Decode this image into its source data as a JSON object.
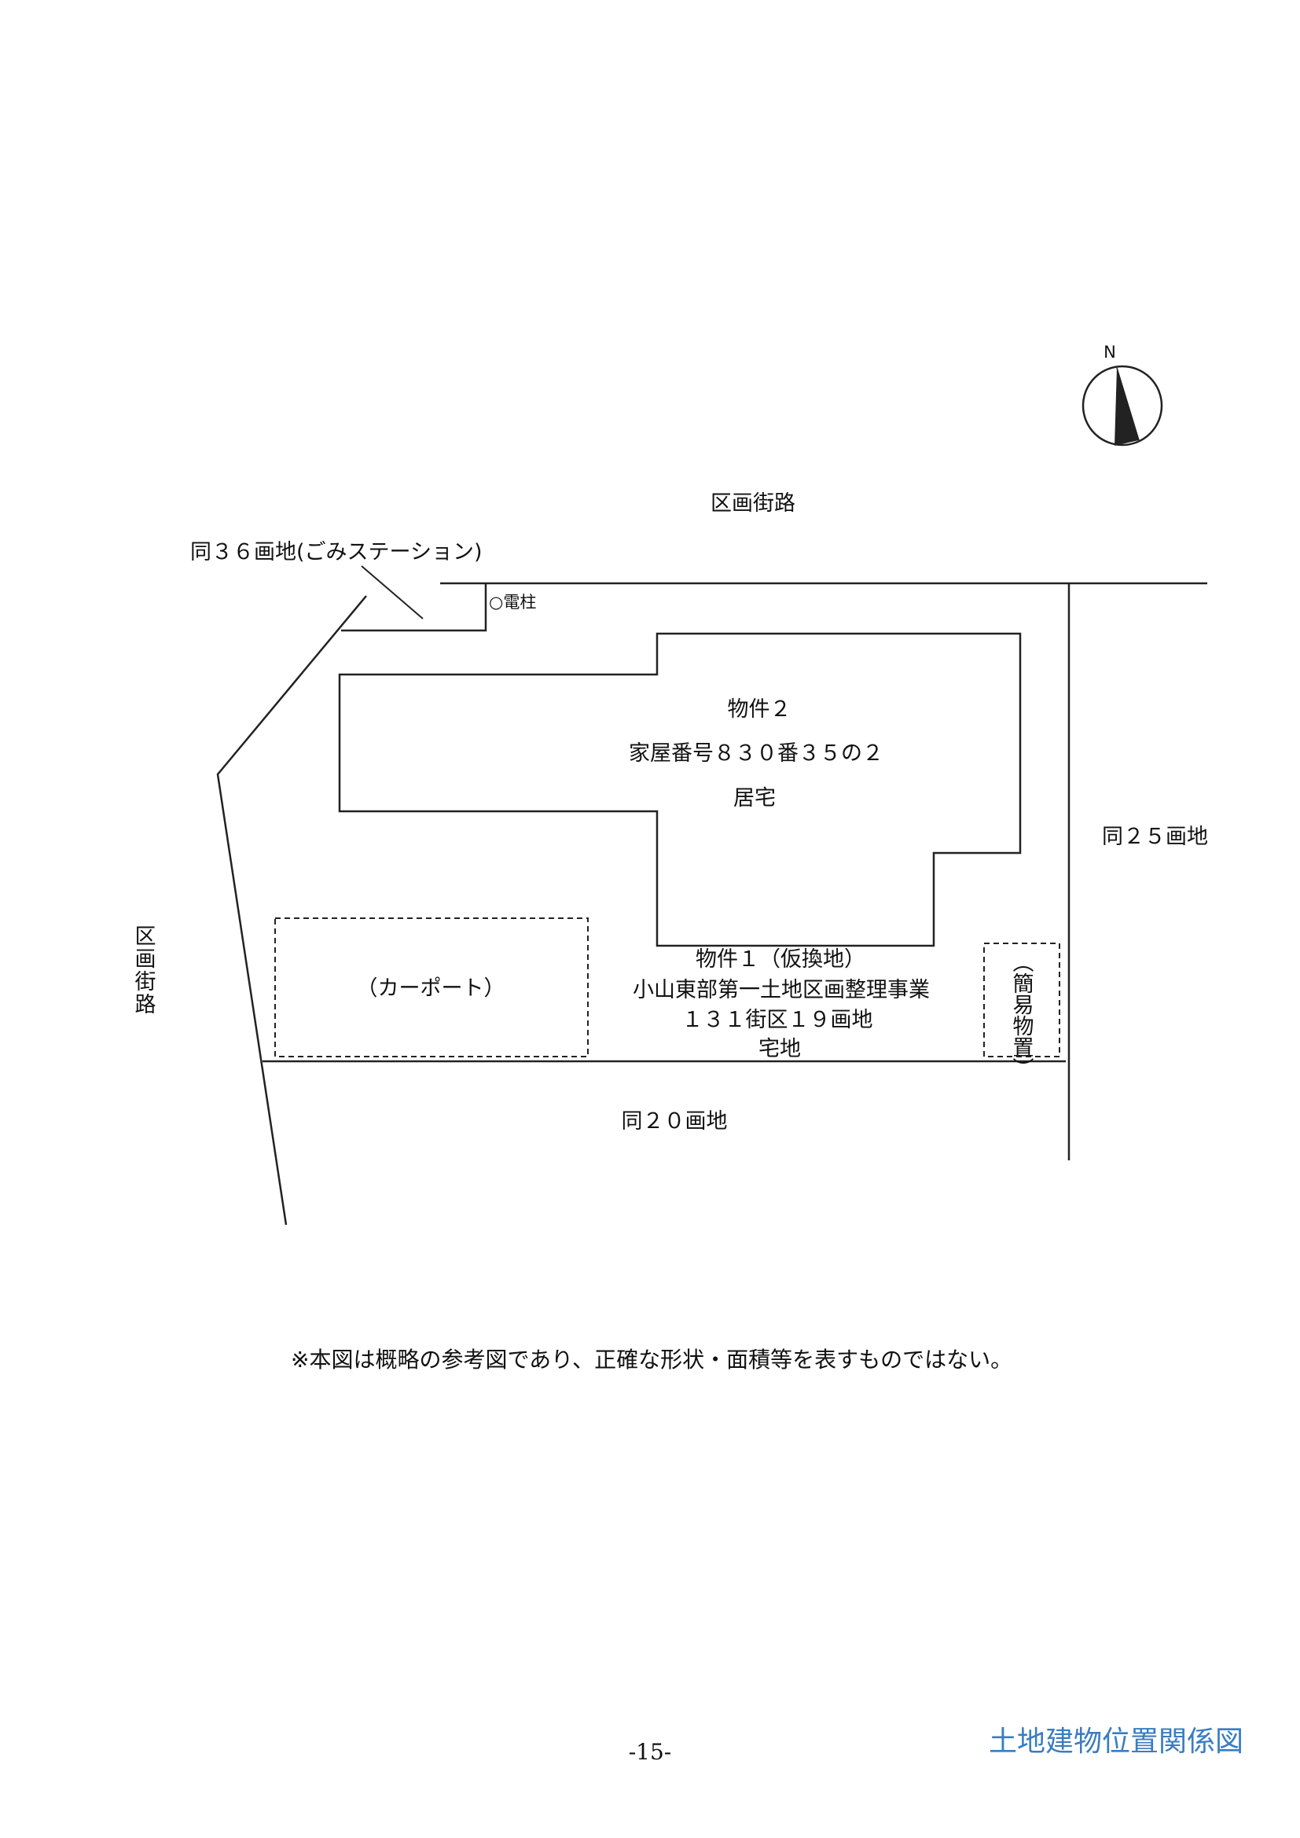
{
  "compass": {
    "north_label": "N"
  },
  "labels": {
    "road_north": "区画街路",
    "road_west": "区画街路",
    "lot_36": "同３６画地(ごみステーション)",
    "utility_pole": "○電柱",
    "lot_25": "同２５画地",
    "lot_20": "同２０画地"
  },
  "property_2": {
    "line1": "物件２",
    "line2": "家屋番号８３０番３５の２",
    "line3": "居宅"
  },
  "property_1": {
    "line1": "物件１（仮換地）",
    "line2": "小山東部第一土地区画整理事業",
    "line3": "１３１街区１９画地",
    "line4": "宅地"
  },
  "carport": "（カーポート）",
  "storage": "（簡易物置）",
  "footer": {
    "note": "※本図は概略の参考図であり、正確な形状・面積等を表すものではない。",
    "page_number": "-15-",
    "title": "土地建物位置関係図"
  }
}
